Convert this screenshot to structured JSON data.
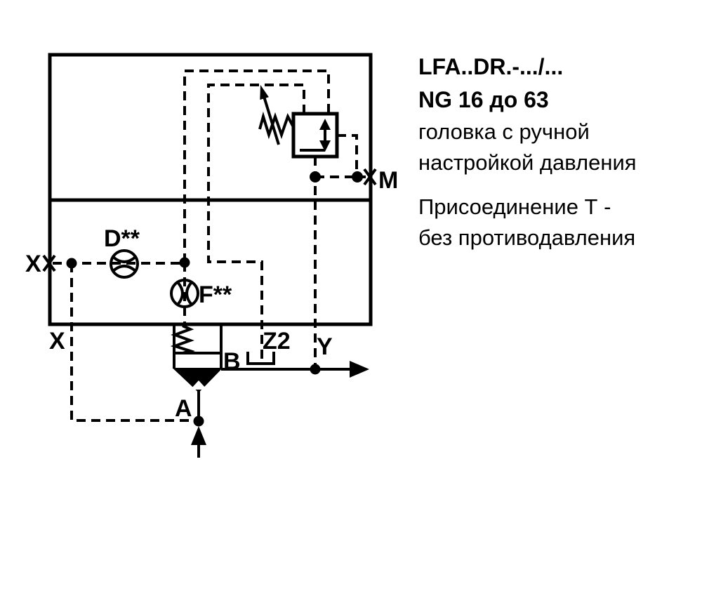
{
  "panel": {
    "model_code": "LFA..DR.-.../...",
    "size_range": "NG 16 до 63",
    "desc_line1": "головка с ручной",
    "desc_line2": "настройкой давления",
    "note_line1": "Присоединение Т -",
    "note_line2": "без противодавления"
  },
  "schematic": {
    "ports": {
      "x_left": "X",
      "x_bottom": "X",
      "a": "A",
      "b": "B",
      "y": "Y",
      "z2": "Z2",
      "m": "M"
    },
    "components": {
      "orifice_d": "D**",
      "orifice_f": "F**"
    },
    "colors": {
      "line": "#000000",
      "background": "#ffffff"
    }
  }
}
